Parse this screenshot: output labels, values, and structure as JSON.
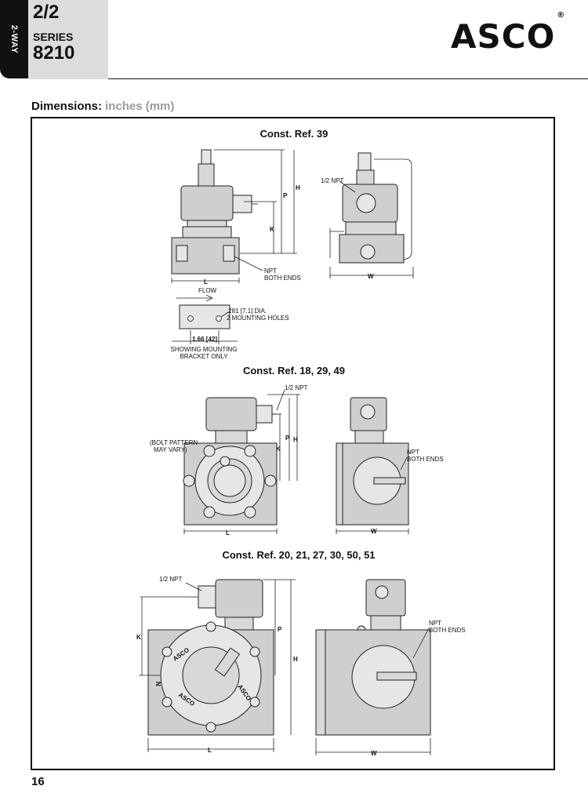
{
  "header": {
    "side_tab": "2-WAY",
    "ratio": "2/2",
    "series_label": "SERIES",
    "series_number": "8210",
    "logo_text": "ASCO",
    "logo_mark": "®"
  },
  "section": {
    "title": "Dimensions:",
    "units": "inches (mm)"
  },
  "drawings": {
    "const39": {
      "title": "Const. Ref. 39",
      "dims": {
        "h": "H",
        "p": "P",
        "k": "K",
        "l": "L",
        "w": "W"
      },
      "npt_top": "1/2 NPT",
      "npt_ends_1": "NPT",
      "npt_ends_2": "BOTH ENDS",
      "flow": "FLOW",
      "hole_1": ".281 [7.1] DIA.",
      "hole_2": "2 MOUNTING HOLES",
      "bracket_dim": "1.66 [42]",
      "bracket_note_1": "SHOWING MOUNTING",
      "bracket_note_2": "BRACKET ONLY"
    },
    "const18": {
      "title": "Const. Ref. 18, 29, 49",
      "dims": {
        "h": "H",
        "p": "P",
        "k": "K",
        "l": "L",
        "w": "W"
      },
      "npt_top": "1/2 NPT",
      "npt_ends_1": "NPT",
      "npt_ends_2": "BOTH ENDS",
      "bolt_1": "(BOLT PATTERN",
      "bolt_2": "MAY VARY)"
    },
    "const20": {
      "title": "Const. Ref. 20, 21, 27, 30, 50, 51",
      "dims": {
        "h": "H",
        "p": "P",
        "k": "K",
        "l": "L",
        "w": "W",
        "n": "N"
      },
      "npt_top": "1/2 NPT",
      "npt_ends_1": "NPT",
      "npt_ends_2": "BOTH ENDS",
      "body_mark": "ASCO"
    }
  },
  "footer": {
    "page_number": "16"
  }
}
